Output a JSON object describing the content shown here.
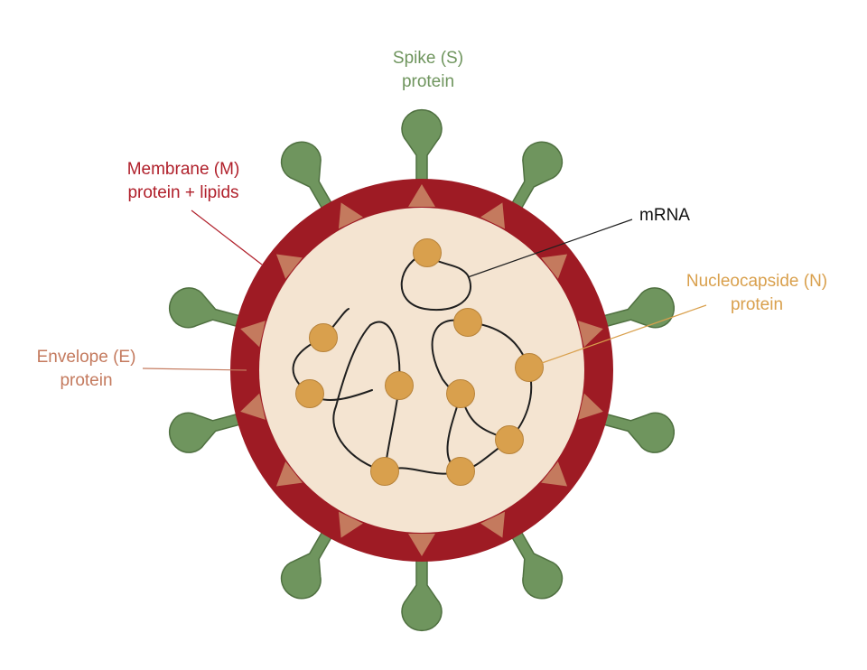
{
  "colors": {
    "spike": "#6f955e",
    "membrane": "#9e1b24",
    "envelope": "#c47a5e",
    "interior": "#f4e4d1",
    "nucleocapsid": "#d9a04d",
    "rna": "#1f1f1f",
    "membrane_label": "#b0202b",
    "spike_label": "#6f955e",
    "envelope_label": "#c47a5e",
    "nucleocapsid_label": "#d9a04d",
    "mrna_label": "#111111"
  },
  "labels": {
    "spike": {
      "line1": "Spike (S)",
      "line2": "protein"
    },
    "membrane": {
      "line1": "Membrane (M)",
      "line2": "protein + lipids"
    },
    "mrna": {
      "line1": "mRNA"
    },
    "nucleocapsid": {
      "line1": "Nucleocapside (N)",
      "line2": "protein"
    },
    "envelope": {
      "line1": "Envelope (E)",
      "line2": "protein"
    }
  }
}
